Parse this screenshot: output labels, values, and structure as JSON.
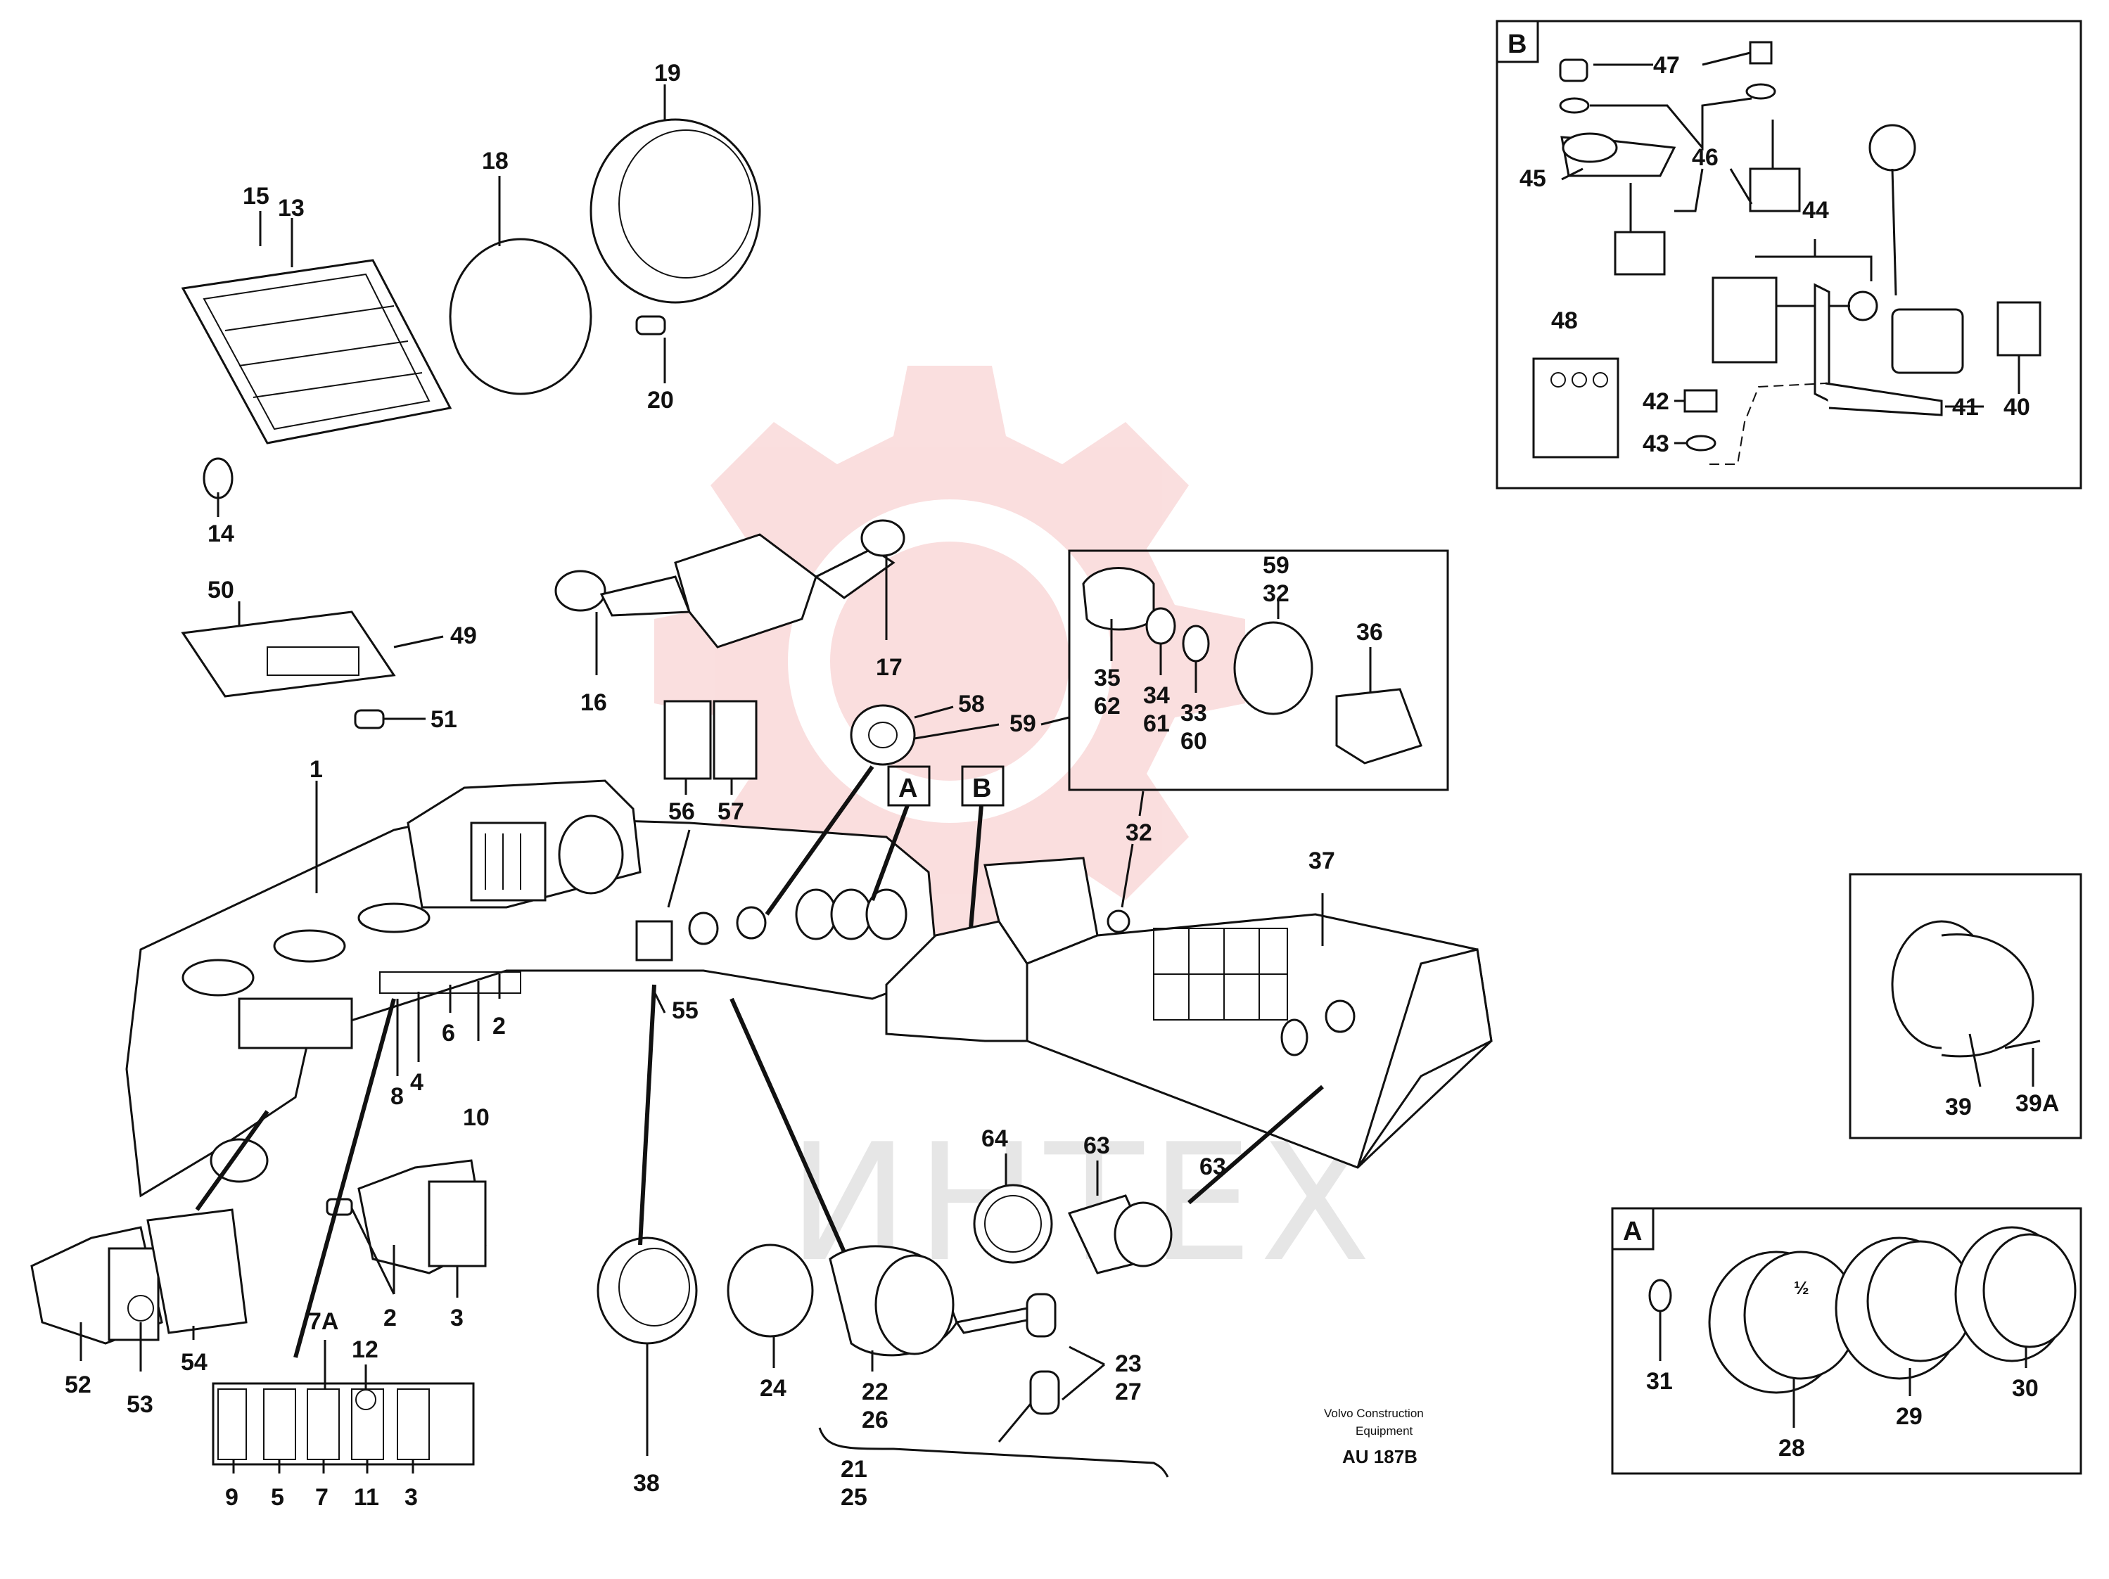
{
  "document": {
    "publisher_lines": [
      "Volvo Construction",
      "Equipment"
    ],
    "drawing_code": "AU 187B",
    "watermark": "ИНТЕХ",
    "colors": {
      "line": "#111111",
      "watermark_logo": "#f2a3a3",
      "watermark_text": "#c8c8c8"
    }
  },
  "inset_b": {
    "letter": "B",
    "labels": {
      "p47": "47",
      "p46": "46",
      "p45": "45",
      "p44": "44",
      "p48": "48",
      "p42": "42",
      "p43": "43",
      "p41": "41",
      "p40": "40"
    }
  },
  "inset_a": {
    "letter": "A",
    "labels": {
      "p31": "31",
      "p28": "28",
      "p29": "29",
      "p30": "30",
      "half": "½"
    }
  },
  "inset_39": {
    "labels": {
      "p39": "39",
      "p39a": "39A"
    }
  },
  "inset_switch": {
    "labels": {
      "p59": "59",
      "p32": "32",
      "p36": "36",
      "p35": "35",
      "p62": "62",
      "p34": "34",
      "p61": "61",
      "p33": "33",
      "p60": "60"
    }
  },
  "callouts": {
    "c15": "15",
    "c13": "13",
    "c14": "14",
    "c18": "18",
    "c19": "19",
    "c20": "20",
    "c50": "50",
    "c49": "49",
    "c51": "51",
    "c16": "16",
    "c17": "17",
    "c58": "58",
    "c59": "59",
    "c56": "56",
    "c57": "57",
    "c1": "1",
    "c32": "32",
    "c37": "37",
    "c55": "55",
    "c8": "8",
    "c4": "4",
    "c6": "6",
    "c10": "10",
    "c2": "2",
    "c64": "64",
    "c63a": "63",
    "c63b": "63",
    "c2b": "2",
    "c3b": "3",
    "c52": "52",
    "c53": "53",
    "c54": "54",
    "c7a": "7A",
    "c12": "12",
    "c9": "9",
    "c5": "5",
    "c7": "7",
    "c11": "11",
    "c3": "3",
    "c38": "38",
    "c24": "24",
    "c22": "22",
    "c26": "26",
    "c23": "23",
    "c27": "27",
    "c21": "21",
    "c25": "25"
  },
  "section_markers": {
    "a": "A",
    "b": "B"
  }
}
